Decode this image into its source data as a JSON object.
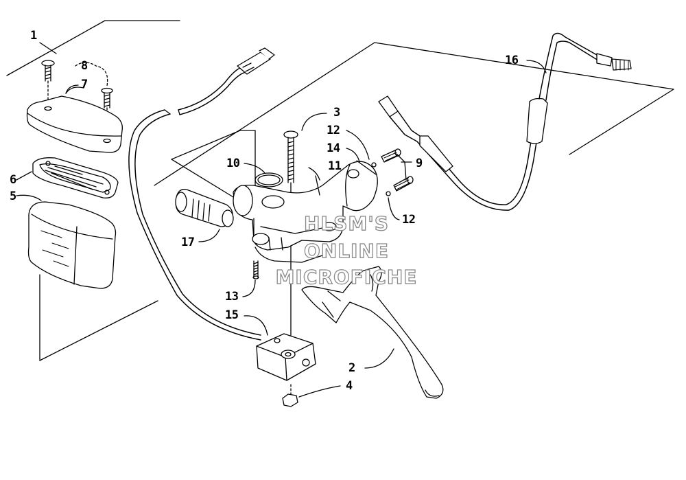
{
  "diagram": {
    "callouts": {
      "c1": "1",
      "c2": "2",
      "c3": "3",
      "c4": "4",
      "c5": "5",
      "c6": "6",
      "c7": "7",
      "c8": "8",
      "c9": "9",
      "c10": "10",
      "c11": "11",
      "c12a": "12",
      "c12b": "12",
      "c13": "13",
      "c14": "14",
      "c15": "15",
      "c16": "16",
      "c17": "17"
    },
    "watermark": {
      "line1": "HLSM'S",
      "line2": "ONLINE",
      "line3": "MICROFICHE"
    }
  }
}
